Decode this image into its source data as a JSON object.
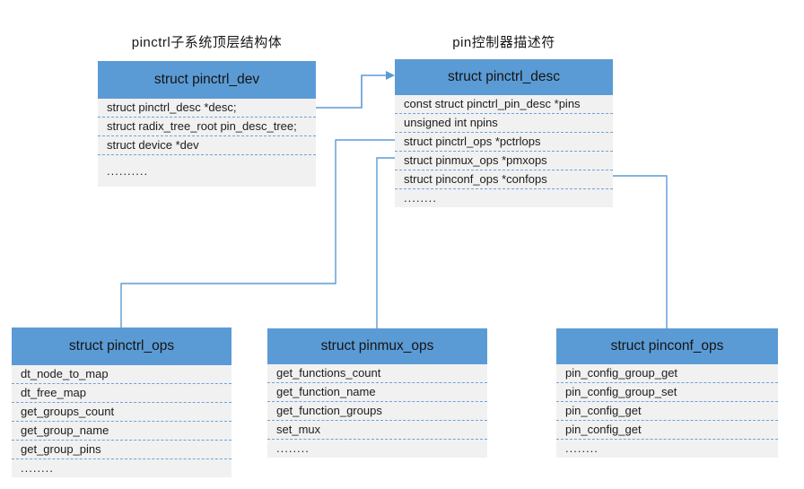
{
  "colors": {
    "header_bg": "#5b9bd5",
    "body_bg": "#f1f1f1",
    "divider": "#6ea3da",
    "connector": "#5b9bd5",
    "text": "#1c1c1c"
  },
  "captions": {
    "pinctrl_dev": "pinctrl子系统顶层结构体",
    "pinctrl_desc": "pin控制器描述符"
  },
  "boxes": [
    {
      "id": "pinctrl_dev",
      "title": "struct pinctrl_dev",
      "rows": [
        "struct pinctrl_desc *desc;",
        "struct radix_tree_root pin_desc_tree;",
        "struct device *dev",
        ".........."
      ]
    },
    {
      "id": "pinctrl_desc",
      "title": "struct pinctrl_desc",
      "rows": [
        "const struct pinctrl_pin_desc *pins",
        "unsigned int npins",
        "struct pinctrl_ops *pctrlops",
        "struct pinmux_ops *pmxops",
        "struct pinconf_ops *confops",
        "........"
      ]
    },
    {
      "id": "pinctrl_ops",
      "title": "struct pinctrl_ops",
      "rows": [
        "dt_node_to_map",
        "dt_free_map",
        "get_groups_count",
        "get_group_name",
        "get_group_pins",
        "........"
      ]
    },
    {
      "id": "pinmux_ops",
      "title": "struct pinmux_ops",
      "rows": [
        "get_functions_count",
        "get_function_name",
        "get_function_groups",
        "set_mux",
        "........"
      ]
    },
    {
      "id": "pinconf_ops",
      "title": "struct pinconf_ops",
      "rows": [
        "pin_config_group_get",
        "pin_config_group_set",
        "pin_config_get",
        "pin_config_get",
        "........"
      ]
    }
  ]
}
